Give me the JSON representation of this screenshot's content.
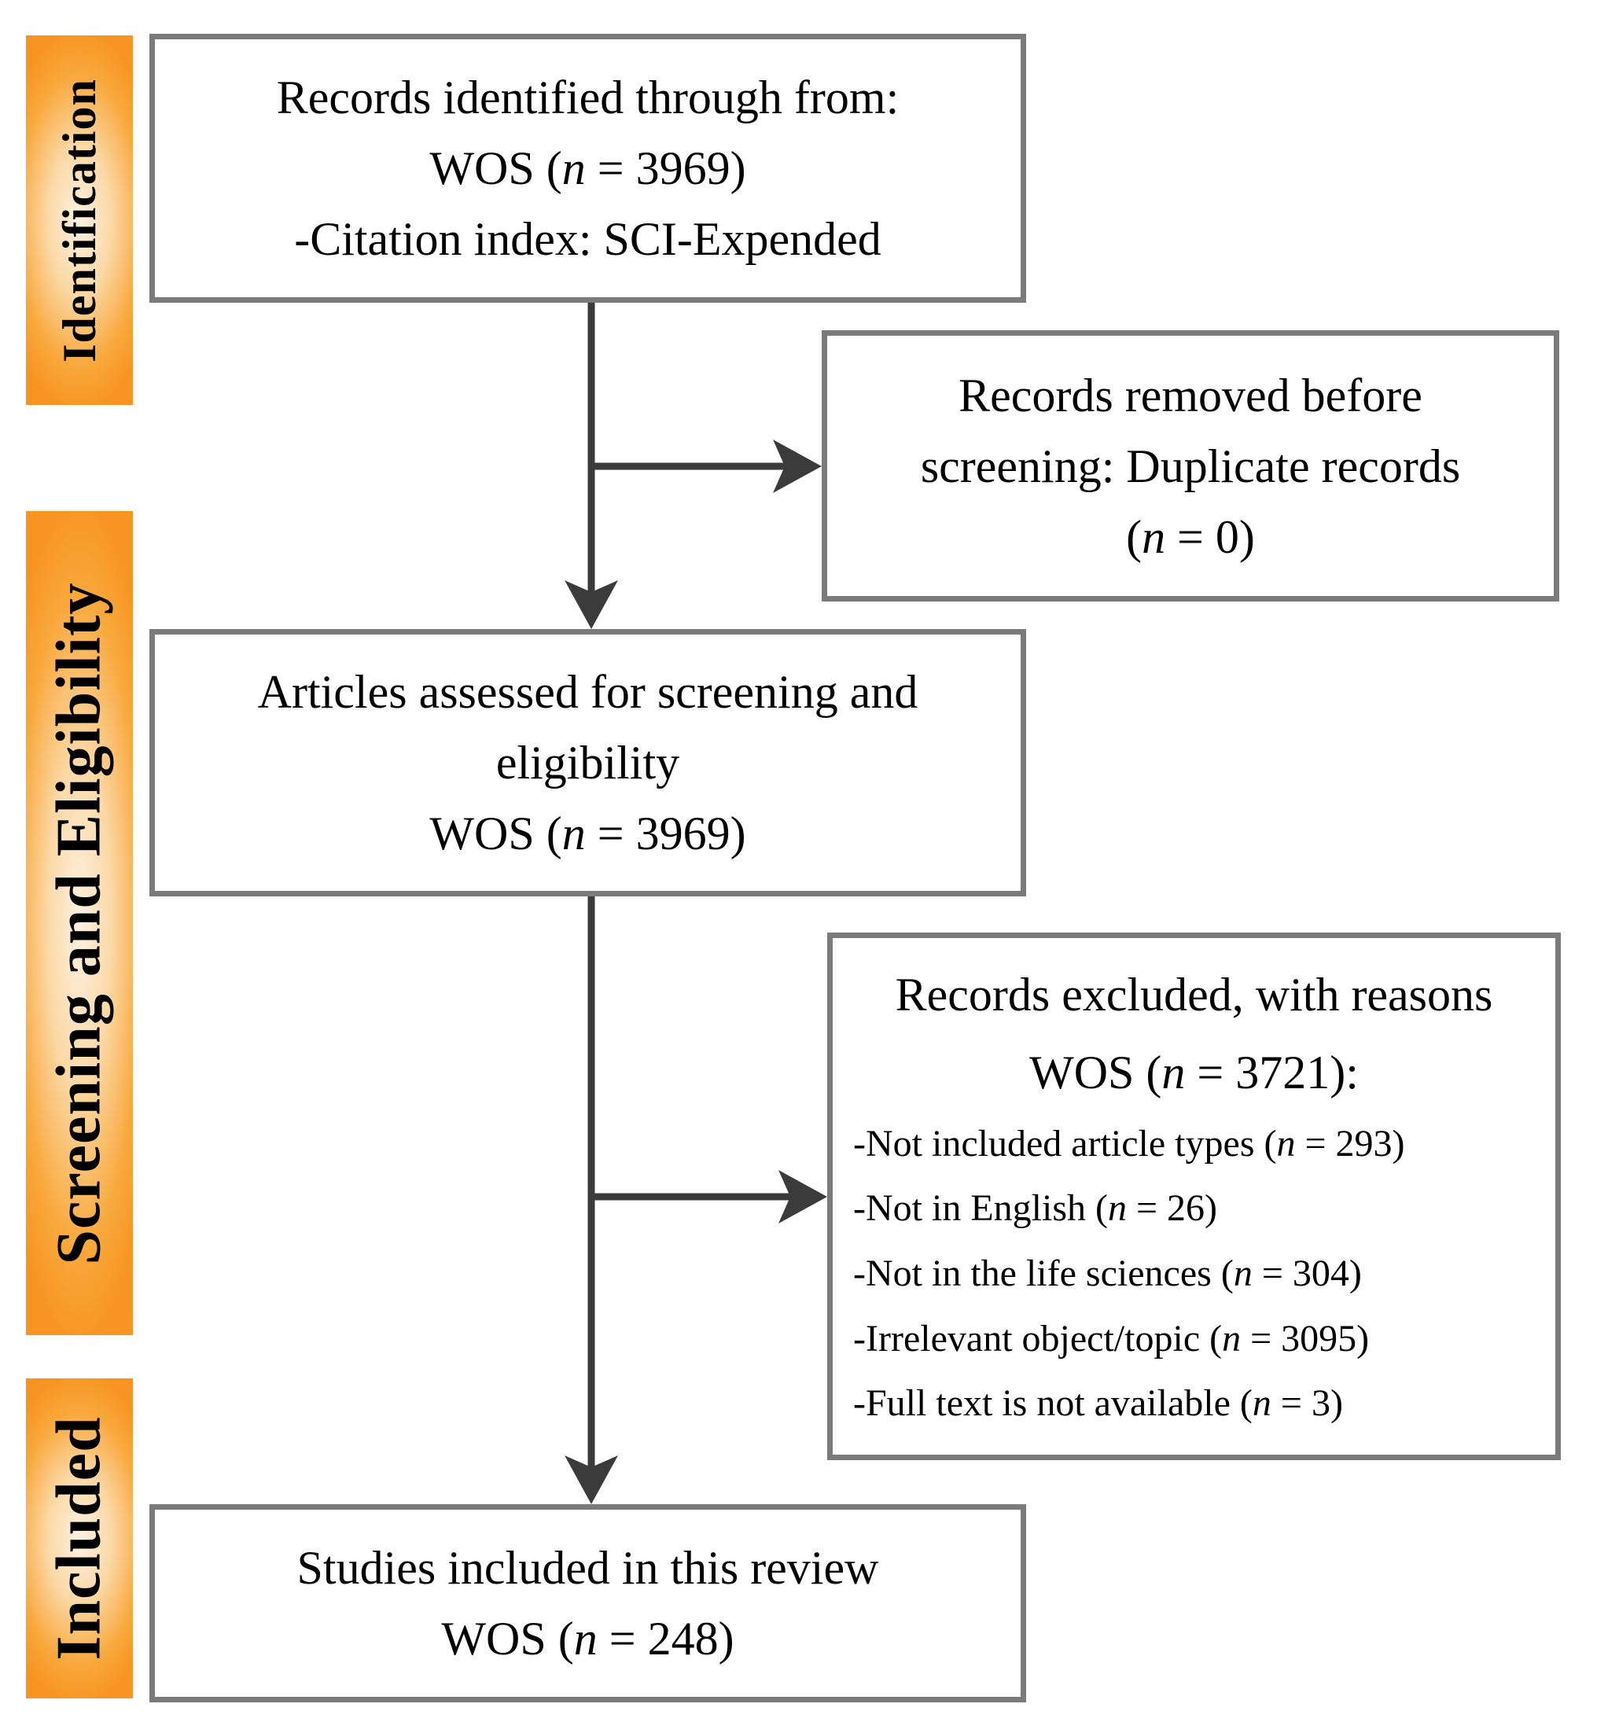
{
  "sidebar": {
    "stages": [
      {
        "label": "Identification"
      },
      {
        "label": "Screening and Eligibility"
      },
      {
        "label": "Included"
      }
    ]
  },
  "boxes": {
    "identified": {
      "lines": [
        "Records identified through from:",
        "WOS (n = 3969)",
        "-Citation index: SCI-Expended"
      ]
    },
    "removed": {
      "lines": [
        "Records removed before",
        "screening: Duplicate records",
        "(n = 0)"
      ]
    },
    "assessed": {
      "lines": [
        "Articles assessed for screening and",
        "eligibility",
        "WOS (n = 3969)"
      ]
    },
    "excluded": {
      "header_lines": [
        "Records excluded, with reasons",
        "WOS (n = 3721):"
      ],
      "items": [
        "-Not included article types (n = 293)",
        "-Not in English (n = 26)",
        "-Not in the life sciences (n = 304)",
        "-Irrelevant object/topic (n = 3095)",
        "-Full text is not available (n = 3)"
      ]
    },
    "included": {
      "lines": [
        "Studies included in this review",
        "WOS (n = 248)"
      ]
    }
  },
  "colors": {
    "stage_bar_edge": "#f79422",
    "stage_bar_center": "#fdf1e2",
    "box_border": "#7b7b7b",
    "arrow": "#3b3b3b",
    "text": "#000000"
  }
}
